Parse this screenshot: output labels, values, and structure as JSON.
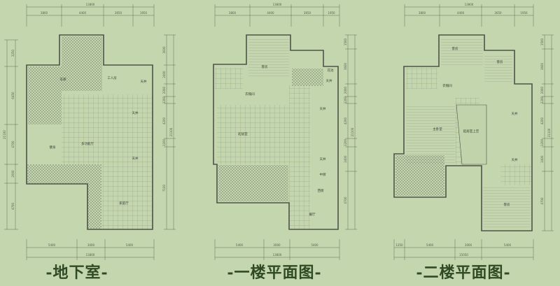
{
  "colors": {
    "background": "#c4d6ad",
    "lines": "#4e534a",
    "title": "#2f4a24",
    "wall": "#3e413b"
  },
  "plans": [
    {
      "title": "-地下室-",
      "top_total": "13800",
      "top_dims": [
        "3800",
        "4400",
        "3650",
        "1950"
      ],
      "bottom_dims": [
        "5400",
        "3000",
        "5400"
      ],
      "bottom_total": "13800",
      "left_dims": [
        "3250",
        "6450",
        "4700",
        "2000",
        "4700"
      ],
      "left_total": "21100",
      "right_dims": [
        "3000",
        "2400",
        "2000",
        "1200",
        "4200",
        "1200",
        "7100"
      ],
      "right_total": "21100",
      "rooms": [
        "车库",
        "工人房",
        "天井",
        "多功能厅",
        "健身",
        "天井",
        "天井",
        "家庭厅"
      ]
    },
    {
      "title": "-一楼平面图-",
      "top_total": "13800",
      "top_dims": [
        "3800",
        "4400",
        "3650",
        "1950"
      ],
      "bottom_dims": [
        "5400",
        "3000",
        "5400"
      ],
      "bottom_total": "13800",
      "right_dims": [
        "1500",
        "3600",
        "2000",
        "1200",
        "4200",
        "1200",
        "2400",
        "4700"
      ],
      "right_total": "21100",
      "rooms": [
        "客房",
        "衣帽间",
        "起居室",
        "花池",
        "天井",
        "天井",
        "天井",
        "中厨",
        "西厨",
        "餐厅"
      ]
    },
    {
      "title": "-二楼平面图-",
      "top_total": "13800",
      "top_dims": [
        "3800",
        "4400",
        "3650",
        "1950"
      ],
      "bottom_dims": [
        "1250",
        "5400",
        "3000",
        "5400"
      ],
      "bottom_total": "15050",
      "right_dims": [
        "1500",
        "3600",
        "2000",
        "1200",
        "4200",
        "1200",
        "2400",
        "4700"
      ],
      "right_total": "21100",
      "rooms": [
        "客房",
        "客房",
        "衣帽间",
        "主卧室",
        "起居室上空",
        "天井",
        "天井",
        "客房"
      ]
    }
  ]
}
